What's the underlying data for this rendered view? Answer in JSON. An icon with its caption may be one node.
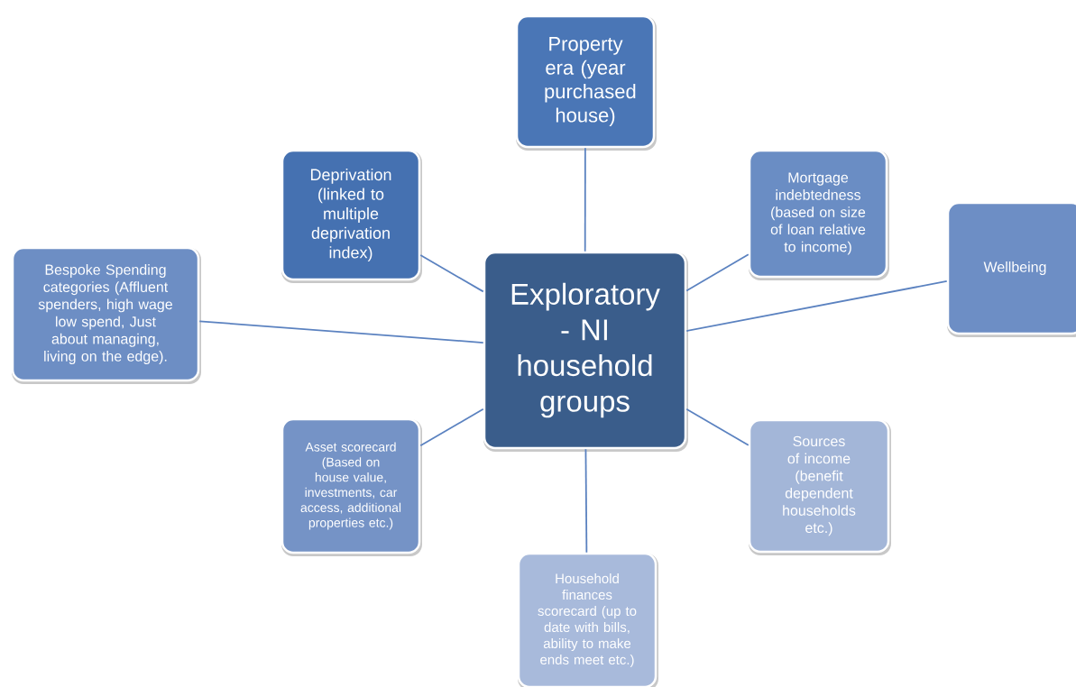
{
  "diagram": {
    "nodes": [
      {
        "text": [
          "Exploratory - NI household groups"
        ]
      },
      {
        "text": [
          "Property era (year purchased house)"
        ]
      },
      {
        "text": [
          "Deprivation (linked to multiple deprivation index)"
        ]
      },
      {
        "text": [
          "Mortgage indebtedness (based on size of loan relative to income)"
        ]
      },
      {
        "text": [
          "Wellbeing"
        ]
      },
      {
        "text": [
          "Bespoke Spending categories (Affluent spenders, high wage low spend, Just about managing, living on the edge)."
        ]
      },
      {
        "text": [
          "Asset scorecard (Based on house value, investments, car access, additional properties etc.)"
        ]
      },
      {
        "text": [
          "Sources of income (benefit dependent households etc.)"
        ]
      },
      {
        "text": [
          "Household finances scorecard (up to date with bills, ability to make ends meet etc.)"
        ]
      }
    ],
    "edges": [
      {
        "from": 0,
        "to": 1,
        "arrow": "none"
      },
      {
        "from": 0,
        "to": 2,
        "arrow": "none"
      },
      {
        "from": 0,
        "to": 3,
        "arrow": "none"
      },
      {
        "from": 0,
        "to": 4,
        "arrow": "none"
      },
      {
        "from": 0,
        "to": 5,
        "arrow": "none"
      },
      {
        "from": 0,
        "to": 6,
        "arrow": "none"
      },
      {
        "from": 0,
        "to": 7,
        "arrow": "none"
      },
      {
        "from": 0,
        "to": 8,
        "arrow": "none"
      }
    ]
  }
}
